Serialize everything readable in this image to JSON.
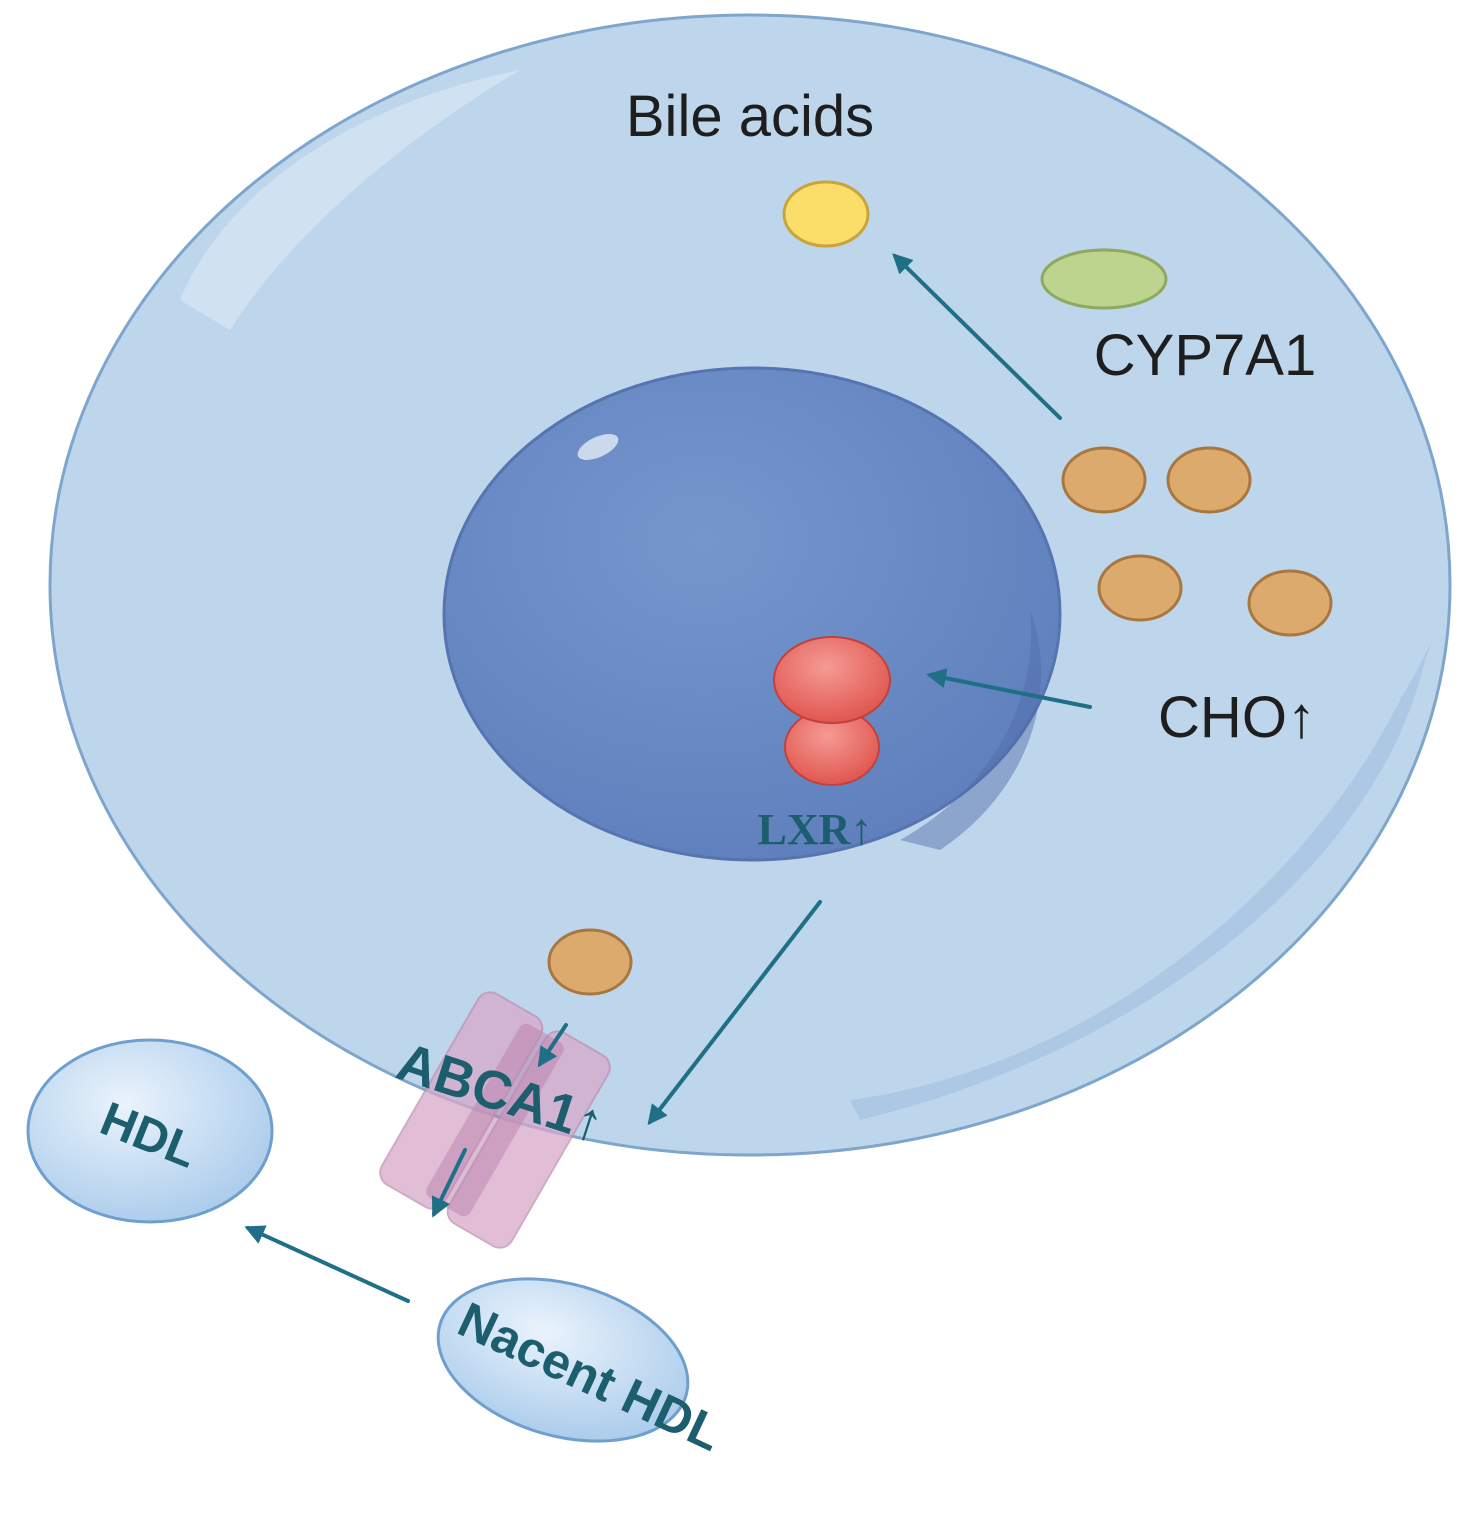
{
  "labels": {
    "bile_acids": "Bile acids",
    "cyp7a1": "CYP7A1",
    "cho": "CHO↑",
    "lxr": "LXR↑",
    "abca1": "ABCA1↑",
    "hdl": "HDL",
    "nascent_hdl": "Nacent HDL"
  },
  "colors": {
    "cell_fill": "#bed6ec",
    "cell_stroke": "#7ea6cd",
    "nucleus_fill": "#6b8cc5",
    "nucleus_stroke": "#5574b0",
    "cholesterol": "#ddaa6e",
    "bile_acid": "#fbde6a",
    "cyp7a1_enzyme": "#bcd48e",
    "lxr": "#e8605a",
    "transporter": "#d7a9c8",
    "hdl": "#c8def3",
    "arrow": "#1f6f86",
    "text_dark": "#1e1e1e",
    "text_teal": "#1d5e6e"
  }
}
